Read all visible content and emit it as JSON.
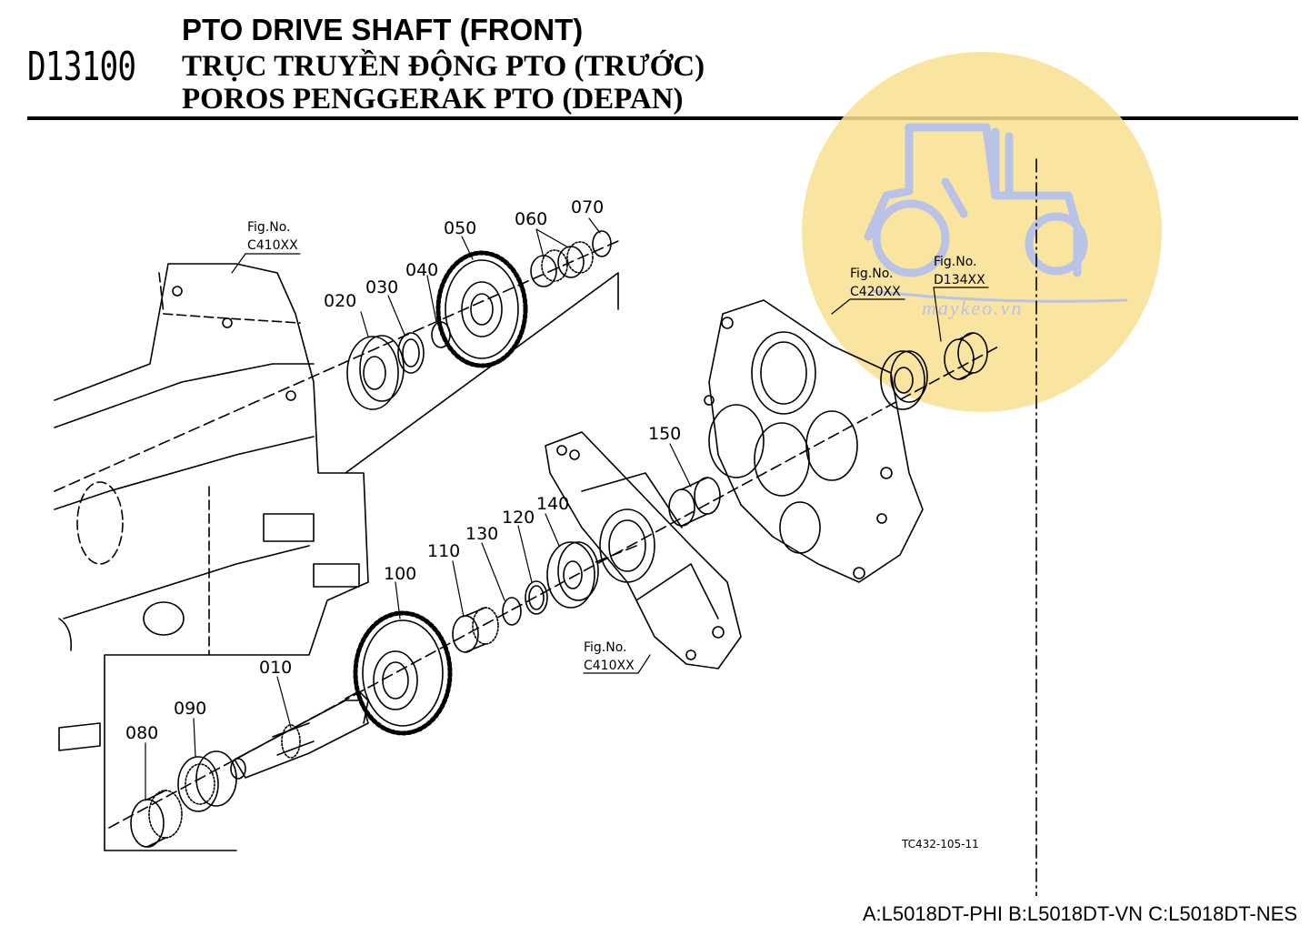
{
  "header": {
    "code": "D13100",
    "title_en": "PTO DRIVE SHAFT (FRONT)",
    "title_vi": "TRỤC TRUYỀN ĐỘNG PTO (TRƯỚC)",
    "title_id": "POROS PENGGERAK PTO (DEPAN)"
  },
  "parts": {
    "p010": "010",
    "p020": "020",
    "p030": "030",
    "p040": "040",
    "p050": "050",
    "p060": "060",
    "p070": "070",
    "p080": "080",
    "p090": "090",
    "p100": "100",
    "p110": "110",
    "p120": "120",
    "p130": "130",
    "p140": "140",
    "p150": "150"
  },
  "fig_refs": {
    "fig_label": "Fig.No.",
    "c410_top": "C410XX",
    "c420": "C420XX",
    "d134": "D134XX",
    "c410_bottom": "C410XX"
  },
  "watermark": {
    "text": "maykeo.vn",
    "color": "#f7df8a"
  },
  "drawing_code": "TC432-105-11",
  "footer": "A:L5018DT-PHI B:L5018DT-VN C:L5018DT-NES"
}
